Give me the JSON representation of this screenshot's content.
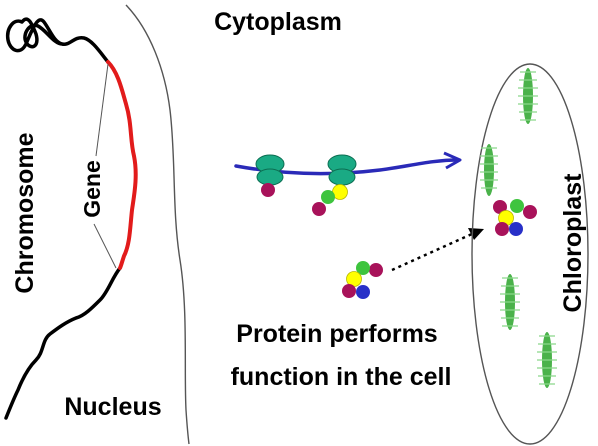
{
  "labels": {
    "cytoplasm": "Cytoplasm",
    "chromosome": "Chromosome",
    "gene": "Gene",
    "nucleus": "Nucleus",
    "chloroplast": "Chloroplast",
    "caption_line1": "Protein performs",
    "caption_line2": "function in the cell"
  },
  "colors": {
    "chromosome_dna": "#000000",
    "gene_segment": "#e21b1b",
    "mrna": "#2a2ab8",
    "ribosome": "#1aaa84",
    "amino_magenta": "#a8125a",
    "amino_green": "#3ec43e",
    "amino_yellow": "#ffff00",
    "amino_blue": "#2830c8",
    "thylakoid": "#2aa52a",
    "outline": "#555555"
  }
}
